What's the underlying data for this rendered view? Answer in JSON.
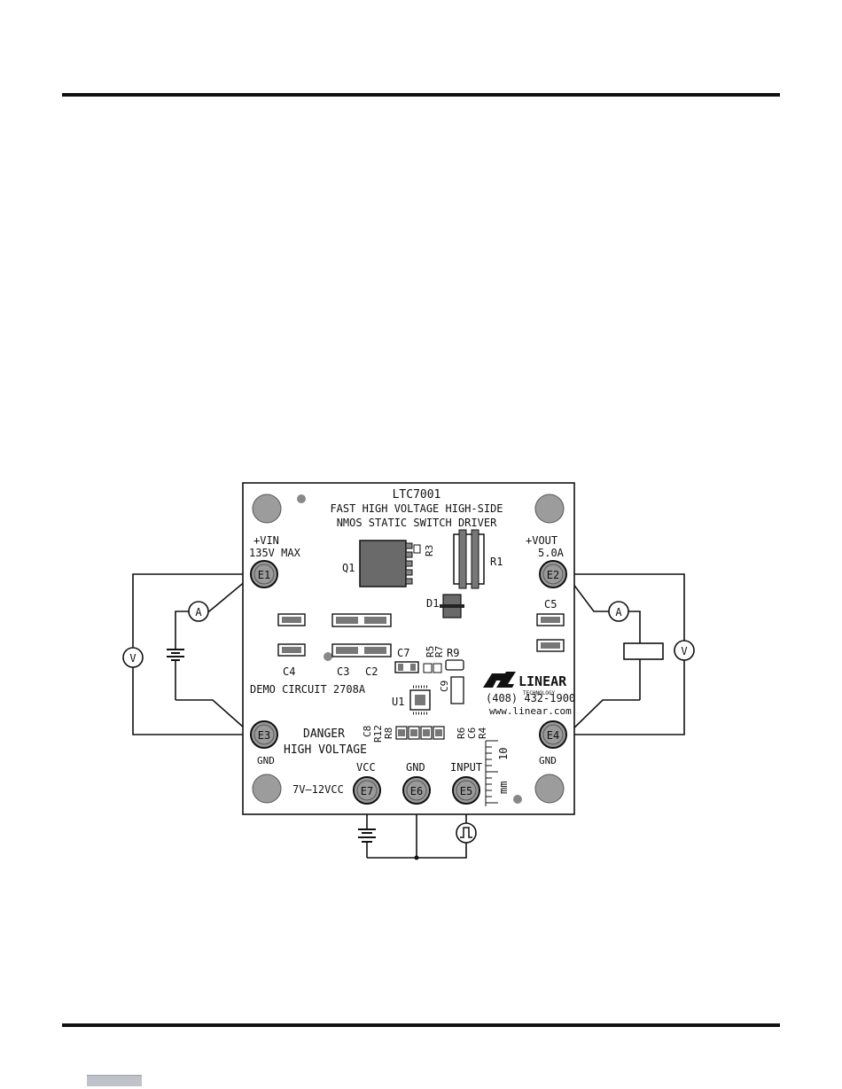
{
  "board": {
    "title": "LTC7001",
    "subtitle_1": "FAST HIGH VOLTAGE HIGH-SIDE",
    "subtitle_2": "NMOS STATIC SWITCH DRIVER",
    "demo": "DEMO CIRCUIT 2708A",
    "danger_1": "DANGER",
    "danger_2": "HIGH VOLTAGE",
    "phone": "(408) 432-1900",
    "web": "www.linear.com",
    "logo_text": "LINEAR",
    "logo_sub": "TECHNOLOGY"
  },
  "terminals": {
    "e1": "E1",
    "e2": "E2",
    "e3": "E3",
    "e4": "E4",
    "e5": "E5",
    "e6": "E6",
    "e7": "E7"
  },
  "terminal_labels": {
    "vin": "+VIN",
    "vin_max": "135V MAX",
    "vout": "+VOUT",
    "vout_current": "5.0A",
    "gnd_left": "GND",
    "gnd_right": "GND",
    "vcc": "VCC",
    "vcc_range": "7V–12VCC",
    "gnd_bottom": "GND",
    "input": "INPUT"
  },
  "components": {
    "q1": "Q1",
    "r3": "R3",
    "r1": "R1",
    "d1": "D1",
    "c5": "C5",
    "c4": "C4",
    "c3": "C3",
    "c2": "C2",
    "c7": "C7",
    "r5": "R5",
    "r7": "R7",
    "r9": "R9",
    "c9": "C9",
    "u1": "U1",
    "c8": "C8",
    "r12": "R12",
    "r8": "R8",
    "r6": "R6",
    "c6": "C6",
    "r4": "R4"
  },
  "ruler": {
    "value": "10",
    "unit": "mm"
  },
  "meters": {
    "ammeter": "A",
    "voltmeter": "V"
  }
}
